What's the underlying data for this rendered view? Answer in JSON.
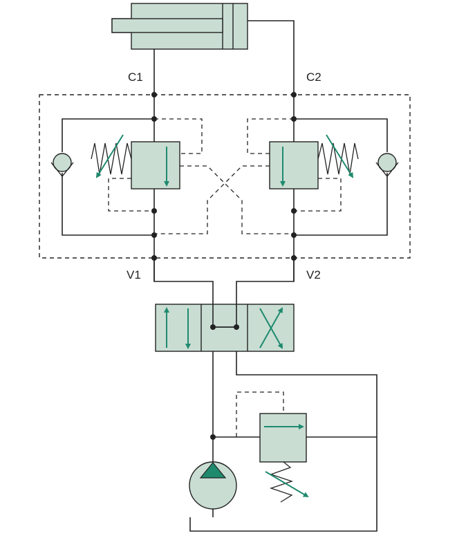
{
  "colors": {
    "line": "#222222",
    "component_fill": "#c9ddd3",
    "arrow": "#1f8a6e",
    "background": "#ffffff"
  },
  "labels": {
    "c1": "C1",
    "c2": "C2",
    "v1": "V1",
    "v2": "V2"
  }
}
